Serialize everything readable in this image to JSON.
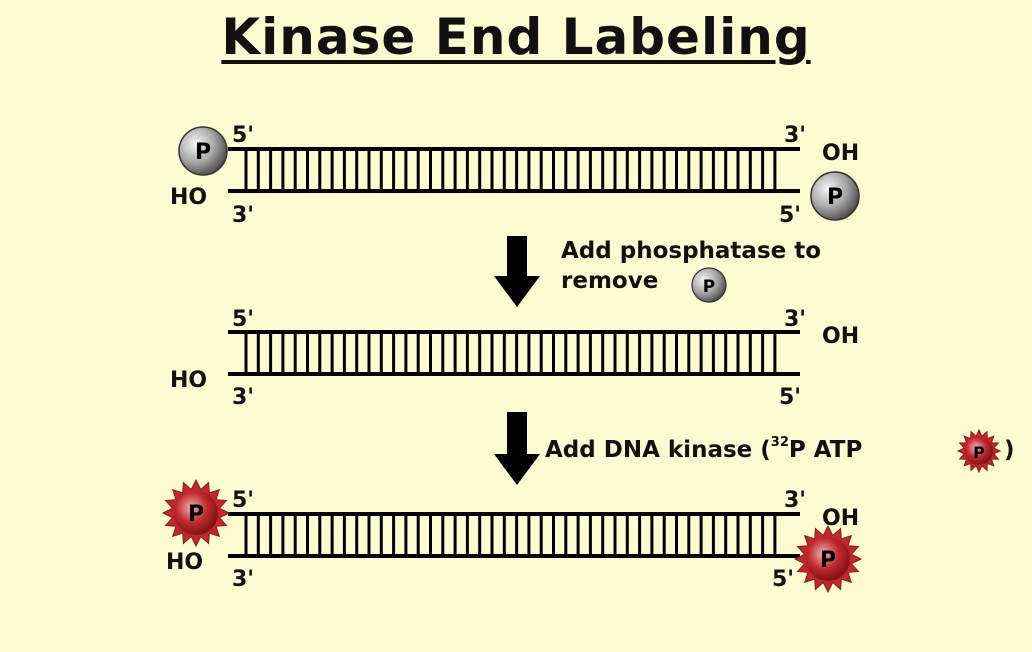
{
  "title": "Kinase End Labeling",
  "labels": {
    "five_prime": "5'",
    "three_prime": "3'",
    "oh": "OH",
    "ho": "HO",
    "phosphate": "P"
  },
  "steps": {
    "step1_line1": "Add phosphatase to",
    "step1_line2": "remove",
    "step2_prefix": "Add DNA kinase (",
    "step2_isotope": "32",
    "step2_suffix": "P ATP",
    "step2_close": ")"
  },
  "colors": {
    "background": "#fdfbd1",
    "phosphate_gray": "#9a9a9a",
    "phosphate_red": "#c0282d"
  }
}
